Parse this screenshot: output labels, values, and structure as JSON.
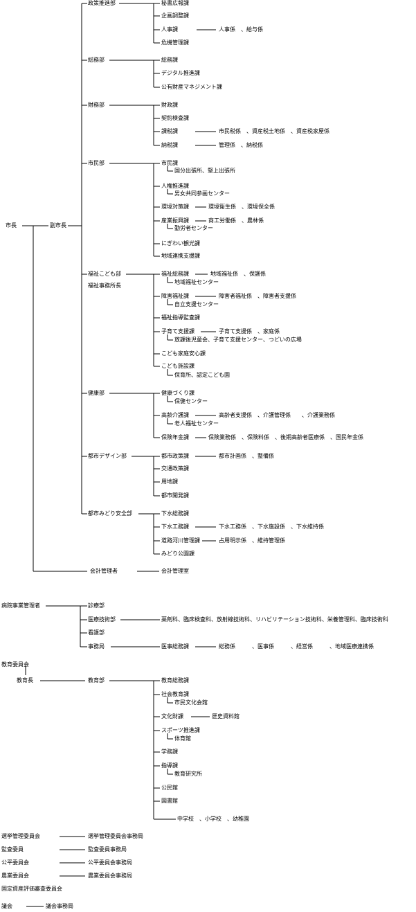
{
  "mayor": "市長",
  "vice_mayor": "副市長",
  "departments": [
    {
      "name": "政策推進部",
      "sections": [
        {
          "name": "秘書広報課"
        },
        {
          "name": "企画調整課"
        },
        {
          "name": "人事課",
          "units": "人事係　、給与係"
        },
        {
          "name": "危機管理課"
        }
      ]
    },
    {
      "name": "総務部",
      "sections": [
        {
          "name": "総務課"
        },
        {
          "name": "デジタル推進課"
        },
        {
          "name": "公有財産マネジメント課"
        }
      ]
    },
    {
      "name": "財務部",
      "sections": [
        {
          "name": "財政課"
        },
        {
          "name": "契約検査課"
        },
        {
          "name": "課税課",
          "units": "市民税係　、資産税土地係　、資産税家屋係"
        },
        {
          "name": "納税課",
          "units": "管理係　、納税係"
        }
      ]
    },
    {
      "name": "市民部",
      "sections": [
        {
          "name": "市民課",
          "sub": "国分出張所、堅上出張所"
        },
        {
          "name": "人権推進課",
          "sub": "男女共同参画センター"
        },
        {
          "name": "環境対策課",
          "units": "環境衛生係　、環境保全係"
        },
        {
          "name": "産業振興課",
          "units": "商工労働係　、農林係",
          "sub": "勤労者センター"
        },
        {
          "name": "にぎわい観光課"
        },
        {
          "name": "地域連携支援課"
        }
      ]
    },
    {
      "name": "福祉こども部",
      "name2": "福祉事務所長",
      "sections": [
        {
          "name": "福祉総務課",
          "units": "地域福祉係　、保護係",
          "sub": "地域福祉センター"
        },
        {
          "name": "障害福祉課",
          "units": "障害者福祉係　、障害者支援係",
          "sub": "自立支援センター"
        },
        {
          "name": "福祉指導監査課"
        },
        {
          "name": "子育て支援課",
          "units": "子育て支援係　、家庭係",
          "sub": "放課後児童会、子育て支援センター、つどいの広場"
        },
        {
          "name": "こども家庭安心課"
        },
        {
          "name": "こども施設課",
          "sub": "保育所、認定こども園"
        }
      ]
    },
    {
      "name": "健康部",
      "sections": [
        {
          "name": "健康づくり課",
          "sub": "保健センター"
        },
        {
          "name": "高齢介護課",
          "units": "高齢者支援係　、介護管理係　　、介護業務係",
          "sub": "老人福祉センター"
        },
        {
          "name": "保険年金課",
          "units": "保険業務係　、保険料係　、後期高齢者医療係　、国民年金係"
        }
      ]
    },
    {
      "name": "都市デザイン部",
      "sections": [
        {
          "name": "都市政策課",
          "units": "都市計画係　、整備係"
        },
        {
          "name": "交通政策課"
        },
        {
          "name": "用地課"
        },
        {
          "name": "都市開発課"
        }
      ]
    },
    {
      "name": "都市みどり安全部",
      "sections": [
        {
          "name": "下水総務課"
        },
        {
          "name": "下水工務課",
          "units": "下水工務係　、下水施設係　、下水維持係"
        },
        {
          "name": "道路河川管理課",
          "units": "占用明示係　、維持管理係"
        },
        {
          "name": "みどり公園課"
        }
      ]
    }
  ],
  "accounting": {
    "name": "会計管理者",
    "office": "会計管理室"
  },
  "hospital": {
    "manager": "病院事業管理者",
    "depts": [
      {
        "name": "診療部"
      },
      {
        "name": "医療技術部",
        "units": "薬剤科、臨床検査科、放射線技術科、リハビリテーション技術科、栄養管理科、臨床技術科"
      },
      {
        "name": "看護部"
      },
      {
        "name": "事務局",
        "section": "医事総務課",
        "units": "総務係　　　、医事係　　　、経営係　　　、地域医療連携係"
      }
    ]
  },
  "education": {
    "board": "教育委員会",
    "superintendent": "教育長",
    "dept": "教育部",
    "sections": [
      {
        "name": "教育総務課"
      },
      {
        "name": "社会教育課",
        "sub": "市民文化会館"
      },
      {
        "name": "文化財課",
        "units": "歴史資料館"
      },
      {
        "name": "スポーツ推進課",
        "sub": "体育館"
      },
      {
        "name": "学務課"
      },
      {
        "name": "指導課",
        "sub": "教育研究所"
      },
      {
        "name": "公民館"
      },
      {
        "name": "図書館"
      }
    ],
    "schools": "中学校　、小学校　、幼稚園"
  },
  "committees": [
    {
      "name": "選挙管理委員会",
      "office": "選挙管理委員会事務局"
    },
    {
      "name": "監査委員",
      "office": "監査委員事務局"
    },
    {
      "name": "公平委員会",
      "office": "公平委員会事務局"
    },
    {
      "name": "農業委員会",
      "office": "農業委員会事務局"
    },
    {
      "name": "固定資産評価審査委員会"
    }
  ],
  "council": {
    "name": "議会",
    "office": "議会事務局"
  }
}
